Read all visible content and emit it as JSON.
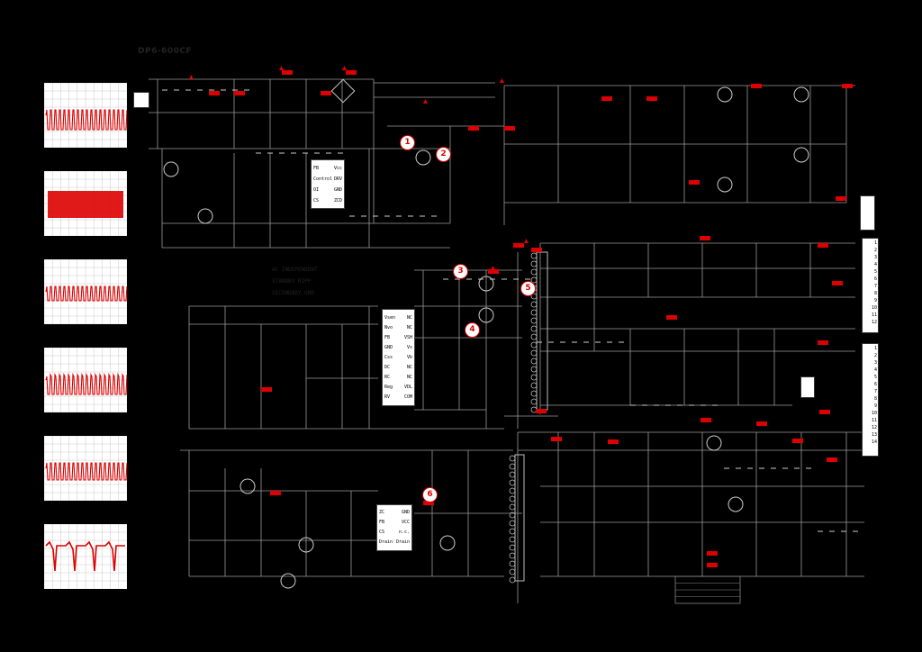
{
  "title": "DP6-600CF",
  "legend": [
    "AC INDEPENDENT",
    "STANDBY RIPP",
    "SECONDARY GND"
  ],
  "ic_main": {
    "pins_left": [
      "FB",
      "Control",
      "OI",
      "CS"
    ],
    "pins_right": [
      "Vcc",
      "DRV",
      "GND",
      "ZCD"
    ]
  },
  "ic_pfc": {
    "pins_left": [
      "Vsen",
      "Nvo",
      "FB",
      "GND",
      "Css",
      "DC",
      "RC",
      "Reg",
      "RV"
    ],
    "pins_right": [
      "NC",
      "NC",
      "VSH",
      "Vs",
      "Vb",
      "NC",
      "NC",
      "VDL",
      "COM"
    ]
  },
  "ic_standby": {
    "pins_left": [
      "ZC",
      "FB",
      "CS",
      "Drain"
    ],
    "pins_right": [
      "GND",
      "VCC",
      "n.c.",
      "Drain"
    ]
  },
  "markers": [
    "1",
    "2",
    "3",
    "4",
    "5",
    "6"
  ],
  "connector_top": {
    "pins": [
      "1",
      "2",
      "3",
      "4",
      "5",
      "6",
      "7",
      "8",
      "9",
      "10",
      "11",
      "12"
    ]
  },
  "connector_bottom": {
    "pins": [
      "1",
      "2",
      "3",
      "4",
      "5",
      "6",
      "7",
      "8",
      "9",
      "10",
      "11",
      "12",
      "13",
      "14"
    ]
  },
  "colors": {
    "background": "#000000",
    "accent": "#dd0000",
    "panel": "#ffffff"
  }
}
